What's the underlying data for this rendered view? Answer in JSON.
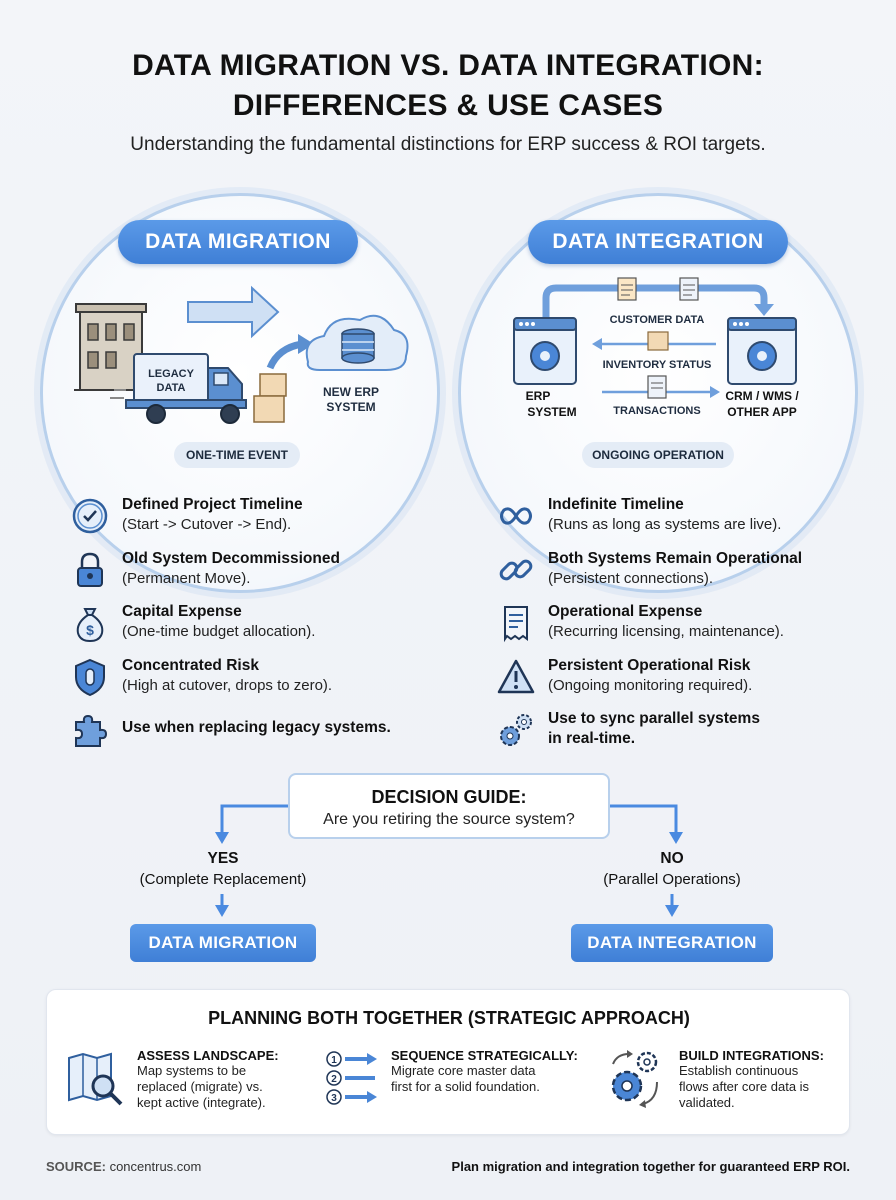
{
  "header": {
    "title_line1": "DATA MIGRATION VS. DATA INTEGRATION:",
    "title_line2": "DIFFERENCES & USE CASES",
    "subtitle": "Understanding the fundamental distinctions for ERP success & ROI targets."
  },
  "migration": {
    "heading": "DATA MIGRATION",
    "illustration": {
      "truck_label_1": "LEGACY",
      "truck_label_2": "DATA",
      "target_1": "NEW ERP",
      "target_2": "SYSTEM"
    },
    "tag": "ONE-TIME EVENT",
    "features": [
      {
        "icon": "clock-icon",
        "title": "Defined Project Timeline",
        "desc": "(Start -> Cutover -> End)."
      },
      {
        "icon": "padlock-icon",
        "title": "Old System Decommissioned",
        "desc": "(Permanent Move)."
      },
      {
        "icon": "money-bag-icon",
        "title": "Capital Expense",
        "desc": "(One-time budget allocation)."
      },
      {
        "icon": "shield-icon",
        "title": "Concentrated Risk",
        "desc": "(High at cutover, drops to zero)."
      },
      {
        "icon": "puzzle-icon",
        "title": "Use when replacing legacy systems.",
        "desc": ""
      }
    ]
  },
  "integration": {
    "heading": "DATA INTEGRATION",
    "illustration": {
      "flow_1": "CUSTOMER DATA",
      "flow_2": "INVENTORY STATUS",
      "flow_3": "TRANSACTIONS",
      "left_sys_1": "ERP",
      "left_sys_2": "SYSTEM",
      "right_sys_1": "CRM / WMS /",
      "right_sys_2": "OTHER APP"
    },
    "tag": "ONGOING OPERATION",
    "features": [
      {
        "icon": "infinity-icon",
        "title": "Indefinite Timeline",
        "desc": "(Runs as long as systems are live)."
      },
      {
        "icon": "chain-link-icon",
        "title": "Both Systems Remain Operational",
        "desc": "(Persistent connections)."
      },
      {
        "icon": "receipt-icon",
        "title": "Operational Expense",
        "desc": "(Recurring licensing, maintenance)."
      },
      {
        "icon": "warning-icon",
        "title": "Persistent Operational Risk",
        "desc": "(Ongoing monitoring required)."
      },
      {
        "icon": "gears-icon",
        "title": "Use to sync parallel systems",
        "desc": "in real-time."
      }
    ]
  },
  "decision": {
    "heading": "DECISION GUIDE:",
    "question": "Are you retiring the source system?",
    "yes": {
      "label": "YES",
      "sub": "(Complete Replacement)",
      "result": "DATA MIGRATION"
    },
    "no": {
      "label": "NO",
      "sub": "(Parallel Operations)",
      "result": "DATA INTEGRATION"
    }
  },
  "planning": {
    "heading": "PLANNING BOTH TOGETHER (STRATEGIC APPROACH)",
    "steps": [
      {
        "icon": "map-search-icon",
        "title": "ASSESS LANDSCAPE:",
        "lines": [
          "Map systems to be",
          "replaced (migrate) vs.",
          "kept active (integrate)."
        ]
      },
      {
        "icon": "numbered-arrows-icon",
        "title": "SEQUENCE STRATEGICALLY:",
        "lines": [
          "Migrate core master data",
          "first for a solid foundation."
        ]
      },
      {
        "icon": "cycle-gears-icon",
        "title": "BUILD INTEGRATIONS:",
        "lines": [
          "Establish continuous",
          "flows after core data is",
          "validated."
        ]
      }
    ],
    "sequence_numbers": [
      "1",
      "2",
      "3"
    ]
  },
  "footer": {
    "source_label": "SOURCE:",
    "source_value": "concentrus.com",
    "tagline": "Plan migration and integration together for guaranteed ERP ROI."
  },
  "colors": {
    "accent": "#4a8ae0",
    "light_accent": "#b8d0ec",
    "text": "#111111"
  }
}
